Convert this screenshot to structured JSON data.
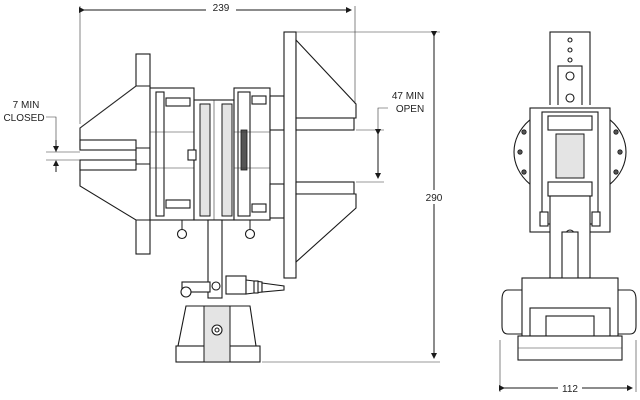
{
  "dimensions": {
    "overall_width": "239",
    "overall_height": "290",
    "jaw_closed_label_line1": "7 MIN",
    "jaw_closed_label_line2": "CLOSED",
    "jaw_open_label_line1": "47 MIN",
    "jaw_open_label_line2": "OPEN",
    "side_width": "112"
  },
  "colors": {
    "line": "#1a1a1a",
    "background": "#ffffff",
    "shade": "#e4e4e4"
  }
}
